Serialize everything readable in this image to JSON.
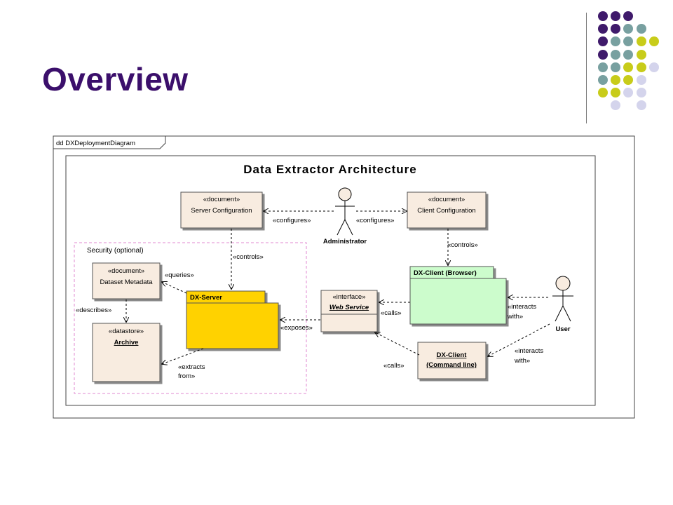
{
  "slide": {
    "title": "Overview"
  },
  "decor": {
    "colors": {
      "purple": "#3f1a6b",
      "teal": "#78a0a0",
      "lime": "#c8cc1a",
      "lavender": "#d4d4ec"
    }
  },
  "diagram": {
    "frame_label": "dd DXDeploymentDiagram",
    "title": "Data Extractor Architecture",
    "package_label": "Security (optional)",
    "nodes": {
      "server_config": {
        "stereotype": "«document»",
        "name": "Server Configuration"
      },
      "client_config": {
        "stereotype": "«document»",
        "name": "Client Configuration"
      },
      "dataset_metadata": {
        "stereotype": "«document»",
        "name": "Dataset Metadata"
      },
      "archive": {
        "stereotype": "«datastore»",
        "name": "Archive"
      },
      "dx_server": {
        "name": "DX-Server"
      },
      "web_service": {
        "stereotype": "«interface»",
        "name": "Web Service"
      },
      "dx_client_browser": {
        "name": "DX-Client (Browser)"
      },
      "dx_client_cmd": {
        "name": "DX-Client",
        "name2": "(Command line)"
      }
    },
    "actors": {
      "administrator": "Administrator",
      "user": "User"
    },
    "edges": {
      "configures_left": "«configures»",
      "configures_right": "«configures»",
      "controls_server": "«controls»",
      "controls_client": "«controls»",
      "queries": "«queries»",
      "describes": "«describes»",
      "exposes": "«exposes»",
      "extracts_1": "«extracts",
      "extracts_2": "from»",
      "calls_browser": "«calls»",
      "calls_cmd": "«calls»",
      "interacts_browser_1": "«interacts",
      "interacts_browser_2": "with»",
      "interacts_cmd_1": "«interacts",
      "interacts_cmd_2": "with»"
    }
  }
}
